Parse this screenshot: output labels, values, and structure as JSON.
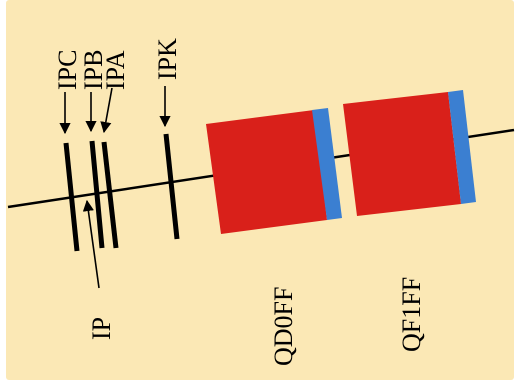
{
  "colors": {
    "background": "#fbe8b5",
    "beamline": "#000000",
    "magnet_body": "#d9201a",
    "magnet_end": "#3b7fd1"
  },
  "labels": {
    "ipc": "IPC",
    "ipb": "IPB",
    "ipa": "IPA",
    "ipk": "IPK",
    "ip": "IP",
    "qd0ff": "QD0FF",
    "qf1ff": "QF1FF"
  }
}
